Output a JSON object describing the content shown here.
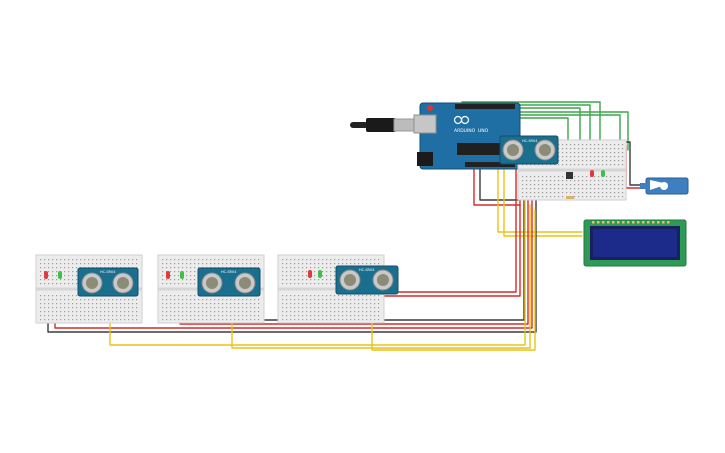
{
  "arduino": {
    "brand_label": "ARDUINO",
    "model_label": "UNO"
  },
  "sensors": [
    {
      "label": "HC-SR04"
    },
    {
      "label": "HC-SR04"
    },
    {
      "label": "HC-SR04"
    },
    {
      "label": "HC-SR04"
    }
  ],
  "lcd": {
    "line1": "",
    "line2": ""
  },
  "colors": {
    "breadboard": "#ececec",
    "arduino": "#1f6fa4",
    "sensor": "#1a6e8e",
    "lcd_frame": "#2f9a55",
    "lcd_screen": "#1c2a8a",
    "servo": "#3e7fc1",
    "wire_red": "#d92a2a",
    "wire_yellow": "#e8c415",
    "wire_black": "#3b3b3b",
    "wire_green": "#3aa64a",
    "led_red": "#e03a3a",
    "led_green": "#3fbf4a"
  }
}
